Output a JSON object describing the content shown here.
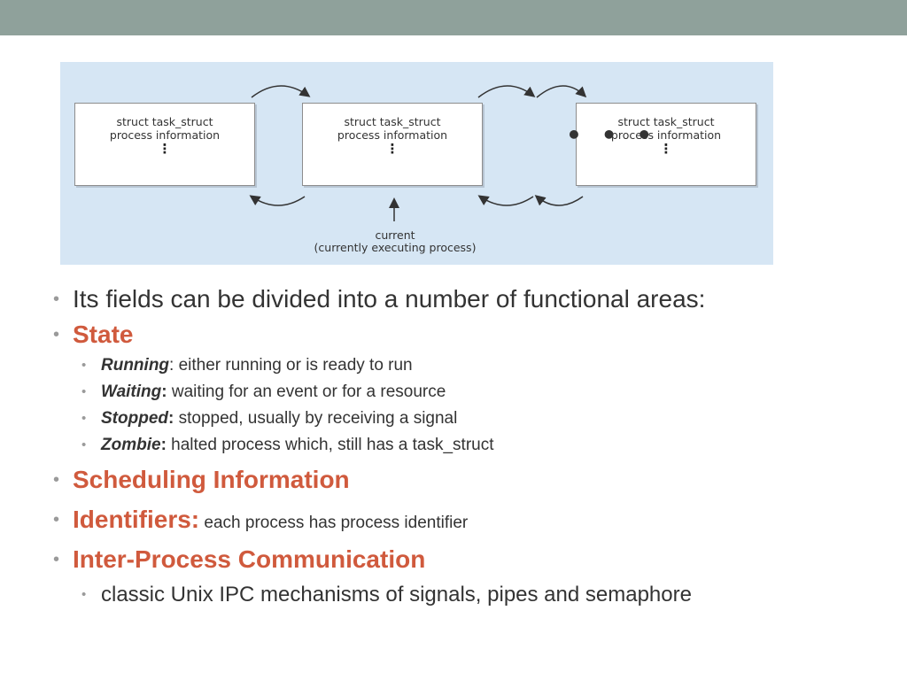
{
  "diagram": {
    "boxes": [
      {
        "line1": "struct task_struct",
        "line2": "process information",
        "dots": "⋮"
      },
      {
        "line1": "struct task_struct",
        "line2": "process information",
        "dots": "⋮"
      },
      {
        "line1": "struct task_struct",
        "line2": "process information",
        "dots": "⋮"
      }
    ],
    "ellipsis": "• • •",
    "current_label": "current",
    "current_caption": "(currently executing process)"
  },
  "bullets": {
    "intro": "Its fields can be divided into a number of functional areas:",
    "state_heading": "State",
    "states": [
      {
        "term": "Running",
        "colon": ":",
        "desc": " either running or is ready to run"
      },
      {
        "term": "Waiting",
        "colon": ":",
        "desc": " waiting for an event or for a resource"
      },
      {
        "term": "Stopped",
        "colon": ":",
        "desc": " stopped, usually by receiving a signal"
      },
      {
        "term": "Zombie",
        "colon": ":",
        "desc": " halted process which, still has a task_struct"
      }
    ],
    "scheduling_heading": "Scheduling Information",
    "identifiers_heading": "Identifiers:",
    "identifiers_desc": " each process has process identifier",
    "ipc_heading": "Inter-Process Communication",
    "ipc_detail": "classic Unix IPC mechanisms of signals, pipes and semaphore",
    "bullet_glyph": "•"
  },
  "colors": {
    "header_bar": "#8fa19b",
    "diagram_bg": "#d6e6f4",
    "heading": "#d05a3d",
    "text": "#333333"
  }
}
